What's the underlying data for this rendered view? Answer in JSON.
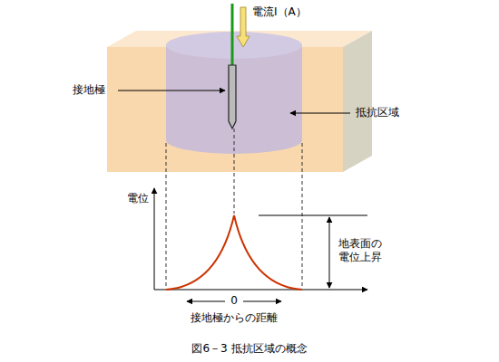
{
  "diagram": {
    "caption": "図6－3 抵抗区域の概念",
    "labels": [
      "電流I（A）",
      "接地極",
      "抵抗区域",
      "電位",
      "地表面の 電位上昇",
      "0",
      "接地極からの距離"
    ]
  }
}
